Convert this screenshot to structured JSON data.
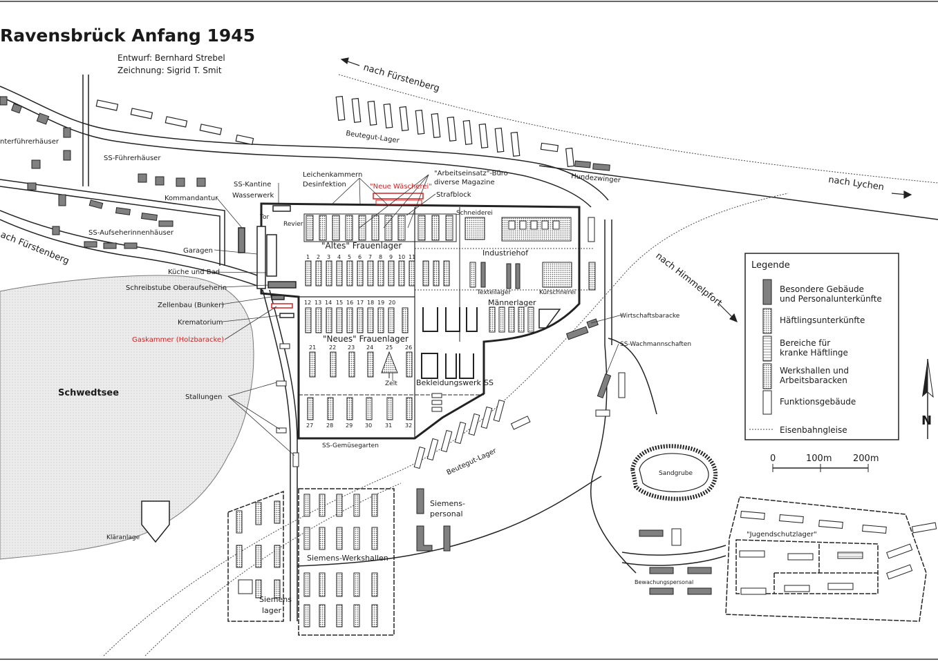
{
  "title": "Ravensbrück Anfang 1945",
  "credits": {
    "design": "Entwurf: Bernhard Strebel",
    "drawing": "Zeichnung: Sigrid T. Smit"
  },
  "colors": {
    "ink": "#1a1a1a",
    "highlight": "#d42020",
    "lake": "#e6e6e6",
    "building_special": "#808080",
    "building_prisoner": "#d4d4d4",
    "building_function": "#ffffff"
  },
  "labels": {
    "nach_fuerstenberg_top": "nach Fürstenberg",
    "nach_fuerstenberg_left": "ach Fürstenberg",
    "nach_lychen": "nach Lychen",
    "nach_himmelpfort": "nach Himmelpfort",
    "beutegut_lager_top": "Beutegut-Lager",
    "beutegut_lager_bottom": "Beutegut-Lager",
    "hundezwinger": "Hundezwinger",
    "unterfuehrerhaeuser": "nterführerhäuser",
    "ss_fuehrerhaeuser": "SS-Führerhäuser",
    "ss_aufseherinnenhaeuser": "SS-Aufseherinnenhäuser",
    "kommandantur": "Kommandantur",
    "ss_kantine": "SS-Kantine",
    "wasserwerk": "Wasserwerk",
    "leichenkammern": "Leichenkammern",
    "desinfektion": "Desinfektion",
    "neue_waescherei": "\"Neue Wäscherei\"",
    "arbeitseinsatz": "\"Arbeitseinsatz\"-Büro",
    "diverse_magazine": "diverse Magazine",
    "strafblock": "Strafblock",
    "tor": "Tor",
    "revier": "Revier",
    "schneiderei": "Schneiderei",
    "altes_frauenlager": "\"Altes\" Frauenlager",
    "industriehof": "Industriehof",
    "texteilager": "Texteilager",
    "kuerschnerei": "Kürschnerei",
    "maennerlager": "Männerlager",
    "neues_frauenlager": "\"Neues\" Frauenlager",
    "zelt": "Zelt",
    "bekleidungswerk": "Bekleidungswerk",
    "ss": "SS",
    "garagen": "Garagen",
    "kueche_und_bad": "Küche und Bad",
    "schreibstube": "Schreibstube Oberaufseherin",
    "zellenbau": "Zellenbau (Bunker)",
    "krematorium": "Krematorium",
    "gaskammer": "Gaskammer (Holzbaracke)",
    "wirtschaftsbaracke": "Wirtschaftsbaracke",
    "ss_wachmannschaften": "SS-Wachmannschaften",
    "schwedtsee": "Schwedtsee",
    "stallungen": "Stallungen",
    "ss_gemuesegarten": "SS-Gemüsegarten",
    "klaeranlage": "Kläranlage",
    "siemens_personal_1": "Siemens-",
    "siemens_personal_2": "personal",
    "siemens_werkshallen": "Siemens-Werkshallen",
    "siemens_lager_1": "Siemens",
    "siemens_lager_2": "lager",
    "sandgrube": "Sandgrube",
    "jugendschutzlager": "\"Jugendschutzlager\"",
    "bewachungspersonal": "Bewachungspersonal"
  },
  "block_numbers": {
    "old_camp": [
      "1",
      "2",
      "3",
      "4",
      "5",
      "6",
      "7",
      "8",
      "9",
      "10",
      "11"
    ],
    "new_camp_row1": [
      "12",
      "13",
      "14",
      "15",
      "16",
      "17",
      "18",
      "19",
      "20"
    ],
    "new_camp_row2": [
      "21",
      "22",
      "23",
      "24",
      "25",
      "26"
    ],
    "new_camp_row3": [
      "27",
      "28",
      "29",
      "30",
      "31",
      "32"
    ]
  },
  "legend": {
    "title": "Legende",
    "items": [
      {
        "label1": "Besondere Gebäude",
        "label2": "und Personalunterkünfte",
        "style": "special"
      },
      {
        "label1": "Häftlingsunterkünfte",
        "label2": "",
        "style": "prisoner"
      },
      {
        "label1": "Bereiche für",
        "label2": "kranke Häftlinge",
        "style": "sick"
      },
      {
        "label1": "Werkshallen und",
        "label2": "Arbeitsbaracken",
        "style": "work"
      },
      {
        "label1": "Funktionsgebäude",
        "label2": "",
        "style": "function"
      },
      {
        "label1": "Eisenbahngleise",
        "label2": "",
        "style": "rail"
      }
    ]
  },
  "scale": {
    "labels": [
      "0",
      "100m",
      "200m"
    ]
  },
  "north_arrow": {
    "label": "N",
    "icon": "north-arrow-icon"
  }
}
